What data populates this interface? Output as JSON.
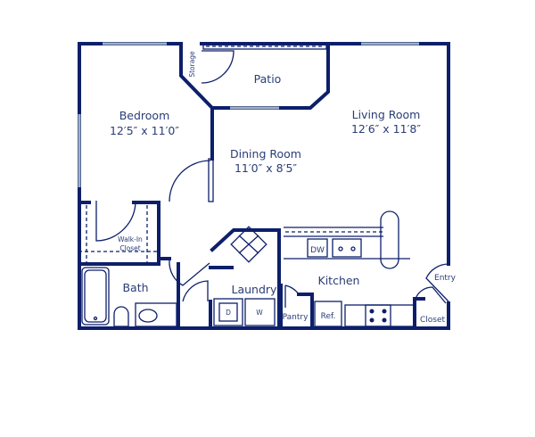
{
  "floorplan": {
    "line_color": "#0d1f6b",
    "rooms": {
      "bedroom": {
        "name": "Bedroom",
        "size": "12′5″ x 11′0″"
      },
      "dining": {
        "name": "Dining Room",
        "size": "11′0″ x 8′5″"
      },
      "living": {
        "name": "Living Room",
        "size": "12′6″ x 11′8″"
      },
      "patio": {
        "name": "Patio"
      },
      "storage": {
        "name": "Storage"
      },
      "walkin": {
        "line1": "Walk-In",
        "line2": "Closet"
      },
      "bath": {
        "name": "Bath"
      },
      "laundry": {
        "name": "Laundry"
      },
      "kitchen": {
        "name": "Kitchen"
      },
      "pantry": {
        "name": "Pantry"
      },
      "closet": {
        "name": "Closet"
      },
      "entry": {
        "name": "Entry"
      }
    },
    "fixtures": {
      "dishwasher": "DW",
      "refrigerator": "Ref.",
      "dryer": "D",
      "washer": "W"
    }
  }
}
